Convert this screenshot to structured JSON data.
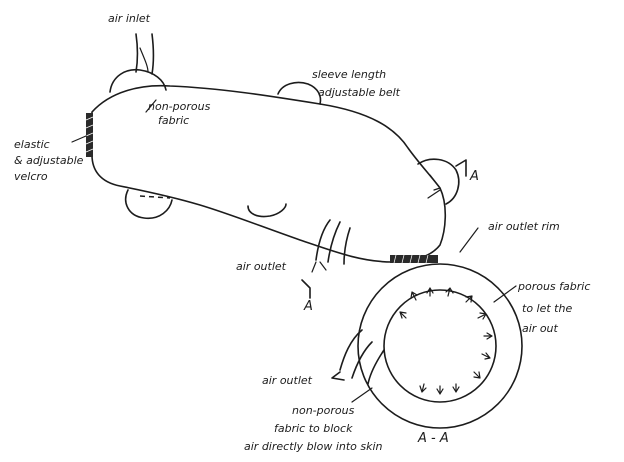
{
  "labels": {
    "air_inlet": "air inlet",
    "non_porous_fabric_1": "non-porous",
    "non_porous_fabric_2": "fabric",
    "sleeve_length_1": "sleeve length",
    "sleeve_length_2": "adjustable belt",
    "elastic_1": "elastic",
    "elastic_2": "& adjustable",
    "elastic_3": "velcro",
    "section_marker_top": "A",
    "section_marker_bottom": "A",
    "air_outlet_left": "air outlet",
    "air_outlet_rim": "air outlet rim",
    "porous_fabric_1": "porous fabric",
    "porous_fabric_2": "to let the",
    "porous_fabric_3": "air out",
    "air_outlet_section": "air outlet",
    "block_fabric_1": "non-porous",
    "block_fabric_2": "fabric to block",
    "block_fabric_3": "air directly blow into skin",
    "section_title": "A - A"
  }
}
